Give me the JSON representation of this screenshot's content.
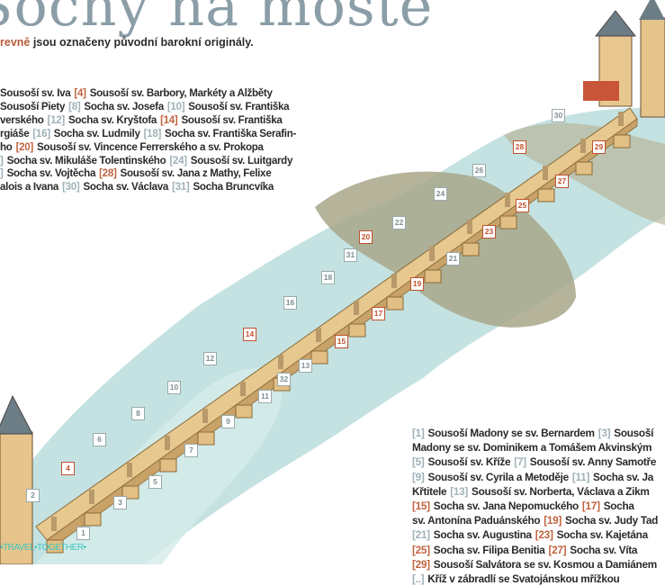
{
  "header": {
    "title": "Sochy na moste",
    "subtitle_highlight": "revně",
    "subtitle_rest": " jsou označeny původní barokní originály."
  },
  "colors": {
    "original_marker": "#c0522f",
    "copy_marker": "#9aa9ad",
    "river": "#c4e2e1",
    "land": "#a8a78a",
    "bridge": "#e7c88f"
  },
  "legend_left": [
    [
      {
        "c": "text",
        "t": "Sousoší sv. Iva"
      },
      {
        "c": "num-red",
        "t": "[4]"
      },
      {
        "c": "text",
        "t": "Sousoší sv. Barbory, Markéty a Alžběty"
      }
    ],
    [
      {
        "c": "text",
        "t": "Sousoší Piety"
      },
      {
        "c": "num-grey",
        "t": "[8]"
      },
      {
        "c": "text",
        "t": "Socha sv. Josefa"
      },
      {
        "c": "num-grey",
        "t": "[10]"
      },
      {
        "c": "text",
        "t": "Sousoší sv. Františka"
      }
    ],
    [
      {
        "c": "text",
        "t": "verského"
      },
      {
        "c": "num-grey",
        "t": "[12]"
      },
      {
        "c": "text",
        "t": "Socha sv. Kryštofa"
      },
      {
        "c": "num-red",
        "t": "[14]"
      },
      {
        "c": "text",
        "t": "Sousoší sv. Františka"
      }
    ],
    [
      {
        "c": "text",
        "t": "rgiáše"
      },
      {
        "c": "num-grey",
        "t": "[16]"
      },
      {
        "c": "text",
        "t": "Socha sv. Ludmily"
      },
      {
        "c": "num-grey",
        "t": "[18]"
      },
      {
        "c": "text",
        "t": "Socha sv. Františka Serafin-"
      }
    ],
    [
      {
        "c": "text",
        "t": "ho"
      },
      {
        "c": "num-red",
        "t": "[20]"
      },
      {
        "c": "text",
        "t": "Sousoší sv. Vincence Ferrerského a sv. Prokopa"
      }
    ],
    [
      {
        "c": "num-grey",
        "t": "]"
      },
      {
        "c": "text",
        "t": "Socha sv. Mikuláše Tolentinského"
      },
      {
        "c": "num-grey",
        "t": "[24]"
      },
      {
        "c": "text",
        "t": "Sousoší sv. Luitgardy"
      }
    ],
    [
      {
        "c": "num-grey",
        "t": "]"
      },
      {
        "c": "text",
        "t": "Socha sv. Vojtěcha"
      },
      {
        "c": "num-red",
        "t": "[28]"
      },
      {
        "c": "text",
        "t": "Sousoší sv. Jana z Mathy, Felixe"
      }
    ],
    [
      {
        "c": "text",
        "t": "alois a Ivana"
      },
      {
        "c": "num-grey",
        "t": "[30]"
      },
      {
        "c": "text",
        "t": "Socha sv. Václava"
      },
      {
        "c": "num-grey",
        "t": "[31]"
      },
      {
        "c": "text",
        "t": "Socha Bruncvíka"
      }
    ]
  ],
  "legend_right": [
    [
      {
        "c": "num-grey",
        "t": "[1]"
      },
      {
        "c": "text",
        "t": "Sousoší Madony se sv. Bernardem"
      },
      {
        "c": "num-grey",
        "t": "[3]"
      },
      {
        "c": "text",
        "t": "Sousoší"
      }
    ],
    [
      {
        "c": "text",
        "t": "Madony se sv. Dominikem a Tomášem Akvinským"
      }
    ],
    [
      {
        "c": "num-grey",
        "t": "[5]"
      },
      {
        "c": "text",
        "t": "Sousoší sv. Kříže"
      },
      {
        "c": "num-grey",
        "t": "[7]"
      },
      {
        "c": "text",
        "t": "Sousoší sv. Anny Samotře"
      }
    ],
    [
      {
        "c": "num-grey",
        "t": "[9]"
      },
      {
        "c": "text",
        "t": "Sousoší sv. Cyrila a Metoděje"
      },
      {
        "c": "num-grey",
        "t": "[11]"
      },
      {
        "c": "text",
        "t": "Socha sv. Ja"
      }
    ],
    [
      {
        "c": "text",
        "t": "Křtitele"
      },
      {
        "c": "num-grey",
        "t": "[13]"
      },
      {
        "c": "text",
        "t": "Sousoší sv. Norberta, Václava a Zikm"
      }
    ],
    [
      {
        "c": "num-red",
        "t": "[15]"
      },
      {
        "c": "text",
        "t": "Socha sv. Jana Nepomuckého"
      },
      {
        "c": "num-red",
        "t": "[17]"
      },
      {
        "c": "text",
        "t": "Socha"
      }
    ],
    [
      {
        "c": "text",
        "t": "sv. Antonína Paduánského"
      },
      {
        "c": "num-red",
        "t": "[19]"
      },
      {
        "c": "text",
        "t": "Socha sv. Judy Tad"
      }
    ],
    [
      {
        "c": "num-grey",
        "t": "[21]"
      },
      {
        "c": "text",
        "t": "Socha sv. Augustina"
      },
      {
        "c": "num-red",
        "t": "[23]"
      },
      {
        "c": "text",
        "t": "Socha sv. Kajetána"
      }
    ],
    [
      {
        "c": "num-red",
        "t": "[25]"
      },
      {
        "c": "text",
        "t": "Socha sv. Filipa Benitia"
      },
      {
        "c": "num-red",
        "t": "[27]"
      },
      {
        "c": "text",
        "t": "Socha sv. Víta"
      }
    ],
    [
      {
        "c": "num-red",
        "t": "[29]"
      },
      {
        "c": "text",
        "t": "Sousoší Salvátora se sv. Kosmou a Damiánem"
      }
    ],
    [
      {
        "c": "num-grey",
        "t": "[..]"
      },
      {
        "c": "text",
        "t": "Kříž v zábradlí se Svatojánskou mřížkou"
      }
    ]
  ],
  "markers": [
    {
      "n": "1",
      "c": "grey"
    },
    {
      "n": "2",
      "c": "grey"
    },
    {
      "n": "3",
      "c": "grey"
    },
    {
      "n": "4",
      "c": "red"
    },
    {
      "n": "5",
      "c": "grey"
    },
    {
      "n": "6",
      "c": "grey"
    },
    {
      "n": "7",
      "c": "grey"
    },
    {
      "n": "8",
      "c": "grey"
    },
    {
      "n": "9",
      "c": "grey"
    },
    {
      "n": "10",
      "c": "grey"
    },
    {
      "n": "11",
      "c": "grey"
    },
    {
      "n": "12",
      "c": "grey"
    },
    {
      "n": "13",
      "c": "grey"
    },
    {
      "n": "14",
      "c": "red"
    },
    {
      "n": "15",
      "c": "red"
    },
    {
      "n": "16",
      "c": "grey"
    },
    {
      "n": "17",
      "c": "red"
    },
    {
      "n": "18",
      "c": "grey"
    },
    {
      "n": "19",
      "c": "red"
    },
    {
      "n": "20",
      "c": "red"
    },
    {
      "n": "21",
      "c": "grey"
    },
    {
      "n": "22",
      "c": "grey"
    },
    {
      "n": "23",
      "c": "red"
    },
    {
      "n": "24",
      "c": "grey"
    },
    {
      "n": "25",
      "c": "red"
    },
    {
      "n": "26",
      "c": "grey"
    },
    {
      "n": "27",
      "c": "red"
    },
    {
      "n": "28",
      "c": "red"
    },
    {
      "n": "29",
      "c": "red"
    },
    {
      "n": "30",
      "c": "grey"
    },
    {
      "n": "31",
      "c": "grey"
    },
    {
      "n": "32",
      "c": "grey"
    }
  ],
  "watermark": "•TRAVEL•TOGETHER•"
}
